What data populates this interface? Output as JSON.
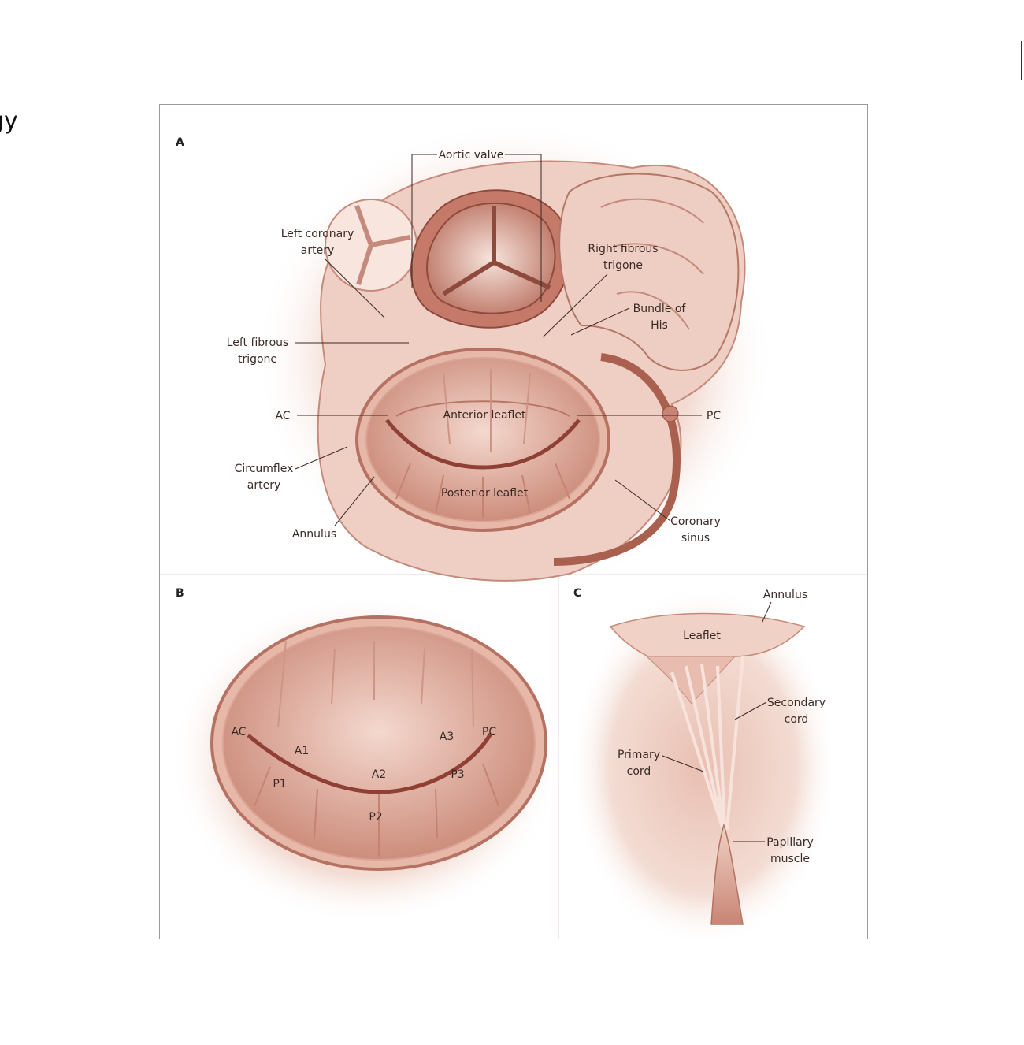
{
  "page_edge": {
    "left_fragment": "gy"
  },
  "panels": {
    "a": {
      "letter": "A",
      "labels": {
        "aortic_valve": "Aortic valve",
        "left_coronary_1": "Left coronary",
        "left_coronary_2": "artery",
        "right_fibrous_1": "Right fibrous",
        "right_fibrous_2": "trigone",
        "bundle_1": "Bundle of",
        "bundle_2": "His",
        "left_fibrous_1": "Left fibrous",
        "left_fibrous_2": "trigone",
        "ac": "AC",
        "pc": "PC",
        "anterior_leaflet": "Anterior leaflet",
        "posterior_leaflet": "Posterior leaflet",
        "circumflex_1": "Circumflex",
        "circumflex_2": "artery",
        "annulus": "Annulus",
        "coronary_sinus_1": "Coronary",
        "coronary_sinus_2": "sinus"
      }
    },
    "b": {
      "letter": "B",
      "labels": {
        "ac": "AC",
        "pc": "PC",
        "a1": "A1",
        "a2": "A2",
        "a3": "A3",
        "p1": "P1",
        "p2": "P2",
        "p3": "P3"
      }
    },
    "c": {
      "letter": "C",
      "labels": {
        "annulus": "Annulus",
        "leaflet": "Leaflet",
        "secondary_1": "Secondary",
        "secondary_2": "cord",
        "primary_1": "Primary",
        "primary_2": "cord",
        "papillary_1": "Papillary",
        "papillary_2": "muscle"
      }
    }
  },
  "colors": {
    "tissue_dark": "#a8574a",
    "tissue_mid": "#d49a8c",
    "tissue_light": "#f3dcd3",
    "line": "#3a2a25"
  }
}
